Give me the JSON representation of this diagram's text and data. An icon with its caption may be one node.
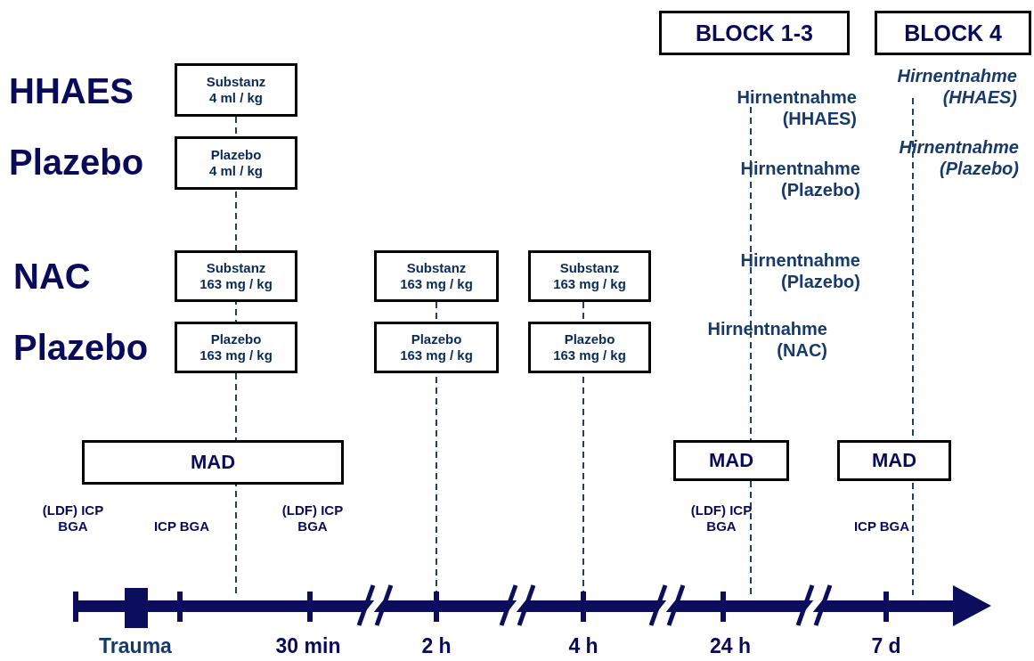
{
  "diagram": {
    "nodes": [
      {
        "text": [
          "BLOCK 1-3"
        ]
      },
      {
        "text": [
          "BLOCK 4"
        ]
      },
      {
        "text": [
          "Substanz",
          "4 ml / kg"
        ]
      },
      {
        "text": [
          "Plazebo",
          "4 ml / kg"
        ]
      },
      {
        "text": [
          "Substanz",
          "163 mg / kg"
        ]
      },
      {
        "text": [
          "Substanz",
          "163 mg / kg"
        ]
      },
      {
        "text": [
          "Substanz",
          "163 mg / kg"
        ]
      },
      {
        "text": [
          "Plazebo",
          "163 mg / kg"
        ]
      },
      {
        "text": [
          "Plazebo",
          "163 mg / kg"
        ]
      },
      {
        "text": [
          "Plazebo",
          "163 mg / kg"
        ]
      },
      {
        "text": [
          "MAD"
        ]
      },
      {
        "text": [
          "MAD"
        ]
      },
      {
        "text": [
          "MAD"
        ]
      }
    ],
    "edges": [],
    "labels": [
      "HHAES",
      "Plazebo",
      "NAC",
      "Plazebo",
      "Hirnentnahme (HHAES)",
      "Hirnentnahme (Plazebo)",
      "Hirnentnahme (Plazebo)",
      "Hirnentnahme (NAC)",
      "Hirnentnahme (HHAES)",
      "Hirnentnahme (Plazebo)",
      "(LDF) ICP BGA",
      "ICP BGA",
      "(LDF) ICP BGA",
      "(LDF) ICP BGA",
      "ICP BGA",
      "Trauma",
      "30 min",
      "2 h",
      "4 h",
      "24 h",
      "7 d"
    ]
  }
}
